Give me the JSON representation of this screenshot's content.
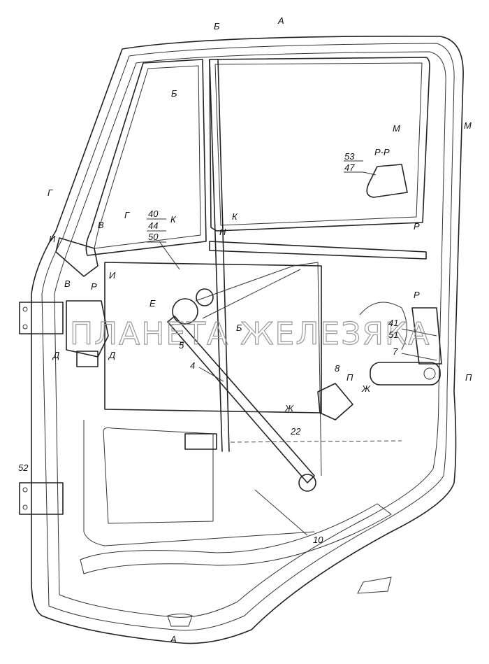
{
  "diagram": {
    "watermark": "ПЛАНЕТА ЖЕЛЕЗЯКА",
    "section_marks": {
      "a_top": "А",
      "a_bottom": "А",
      "b_top": "Б",
      "b_window": "Б",
      "b_mid": "Б",
      "m_left": "М",
      "m_right": "М",
      "section_pp": "Р-Р",
      "g_left": "Г",
      "g_right": "Г",
      "v_top": "В",
      "v_bottom": "В",
      "k_left": "К",
      "k_right": "К",
      "n": "Н",
      "i_left": "И",
      "i_right": "И",
      "r_left": "Р",
      "r_right_top": "Р",
      "r_right_bottom": "Р",
      "e": "Е",
      "d_left": "Д",
      "d_right": "Д",
      "p_left": "П",
      "p_right": "П",
      "zh_left": "Ж",
      "zh_right": "Ж"
    },
    "callouts": {
      "c53": "53",
      "c47": "47",
      "c40": "40",
      "c44": "44",
      "c50": "50",
      "c41": "41",
      "c51": "51",
      "c5": "5",
      "c4": "4",
      "c7": "7",
      "c8": "8",
      "c22": "22",
      "c52": "52",
      "c10": "10"
    }
  }
}
